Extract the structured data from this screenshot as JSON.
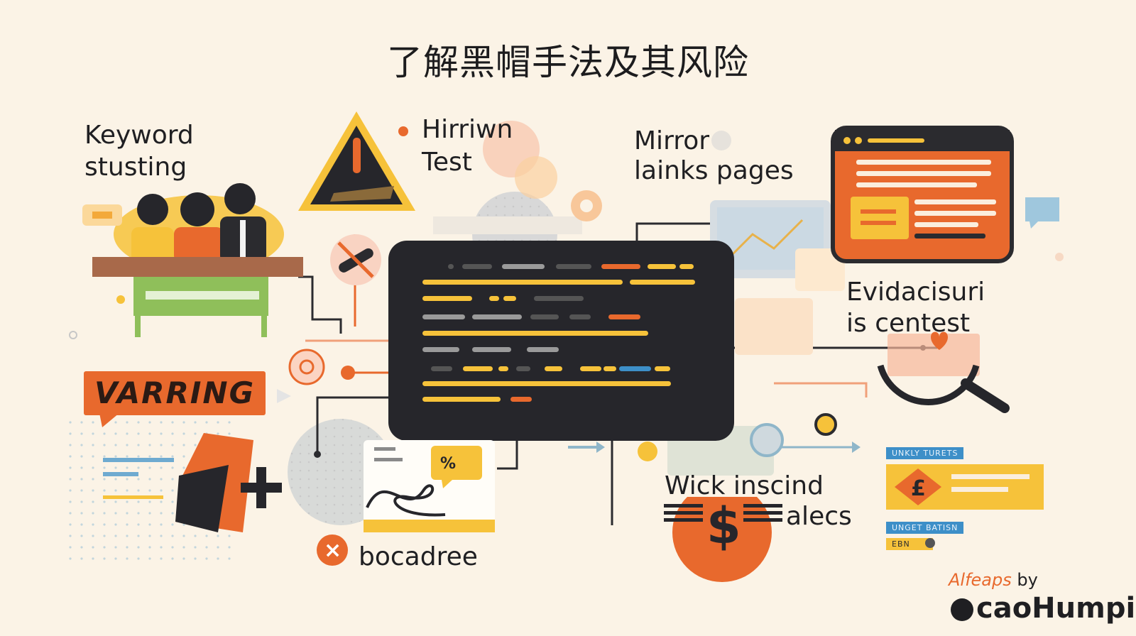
{
  "title": "了解黑帽手法及其风险",
  "labels": {
    "keyword_line1": "Keyword",
    "keyword_line2": "stusting",
    "hirriwn_line1": "Hirriwn",
    "hirriwn_line2": "Test",
    "mirror_line1": "Mirror",
    "mirror_line2": "lainks pages",
    "evid_line1": "Evidacisuri",
    "evid_line2": "is centest",
    "wick_line1": "Wick inscind",
    "wick_line2": "alecs",
    "bocadree": "bocadree",
    "varring": "VARRING",
    "unkly_tag": "UNKLY TURETS",
    "unget_tag": "UNGET BATISN",
    "ebn_tag": "EBN",
    "pound_symbol": "£",
    "dollar_symbol": "$",
    "percent_symbol": "%",
    "x_symbol": "×"
  },
  "credit": {
    "line1_accent": "Alfeaps",
    "line1_rest": "by",
    "line2": "caoHumpi"
  },
  "colors": {
    "background": "#fbf3e6",
    "orange": "#e8692d",
    "yellow": "#f6c23a",
    "dark": "#26262b",
    "blue": "#3d8fc8",
    "green": "#8fbf5a",
    "brown": "#a8694a"
  },
  "icons": [
    "warning-triangle-icon",
    "people-group-icon",
    "browser-window-icon",
    "magnifier-icon",
    "dollar-coin-icon",
    "pound-card-icon",
    "close-circle-icon",
    "chat-bubble-icon",
    "gear-icon",
    "no-link-icon"
  ]
}
